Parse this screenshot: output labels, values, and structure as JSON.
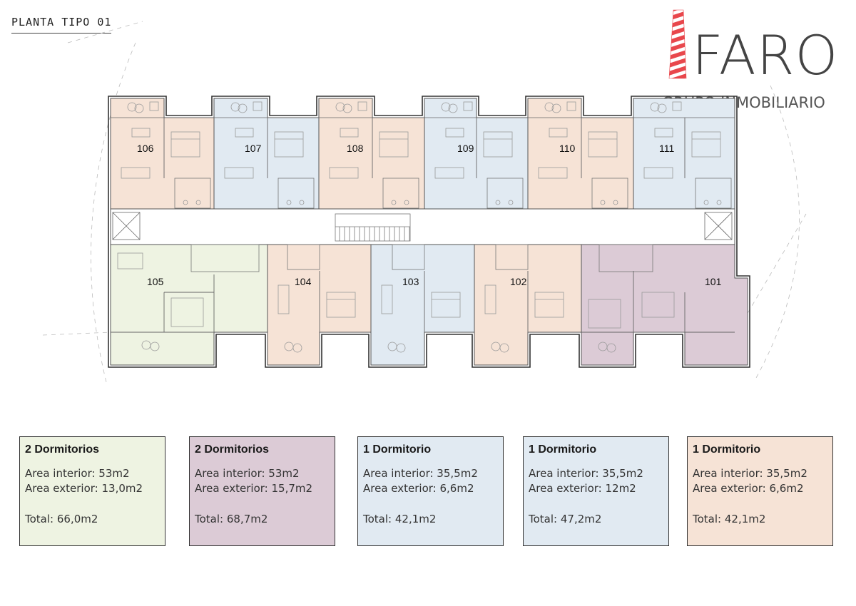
{
  "page": {
    "title": "PLANTA TIPO 01"
  },
  "brand": {
    "name": "FARO",
    "tagline": "GRUPO INMOBILIARIO",
    "stripe_colors": [
      "#e8474c",
      "#ffffff"
    ],
    "text_color": "#444444"
  },
  "unit_colors": {
    "green": "#eef3e2",
    "purple": "#dccbd6",
    "blue": "#e1eaf2",
    "peach": "#f6e3d6"
  },
  "units": [
    {
      "number": "106",
      "type": "peach"
    },
    {
      "number": "107",
      "type": "blue"
    },
    {
      "number": "108",
      "type": "peach"
    },
    {
      "number": "109",
      "type": "blue"
    },
    {
      "number": "110",
      "type": "peach"
    },
    {
      "number": "111",
      "type": "blue"
    },
    {
      "number": "105",
      "type": "green"
    },
    {
      "number": "104",
      "type": "peach"
    },
    {
      "number": "103",
      "type": "blue"
    },
    {
      "number": "102",
      "type": "peach"
    },
    {
      "number": "101",
      "type": "purple"
    }
  ],
  "legend": [
    {
      "heading": "2 Dormitorios",
      "interior": "Area interior: 53m2",
      "exterior": "Area exterior: 13,0m2",
      "total": "Total: 66,0m2",
      "color": "#eef3e2"
    },
    {
      "heading": "2 Dormitorios",
      "interior": "Area interior: 53m2",
      "exterior": "Area exterior: 15,7m2",
      "total": "Total: 68,7m2",
      "color": "#dccbd6"
    },
    {
      "heading": "1 Dormitorio",
      "interior": "Area interior: 35,5m2",
      "exterior": "Area exterior: 6,6m2",
      "total": "Total: 42,1m2",
      "color": "#e1eaf2"
    },
    {
      "heading": "1 Dormitorio",
      "interior": "Area interior: 35,5m2",
      "exterior": "Area exterior: 12m2",
      "total": "Total: 47,2m2",
      "color": "#e1eaf2"
    },
    {
      "heading": "1 Dormitorio",
      "interior": "Area interior: 35,5m2",
      "exterior": "Area exterior: 6,6m2",
      "total": "Total: 42,1m2",
      "color": "#f6e3d6"
    }
  ]
}
